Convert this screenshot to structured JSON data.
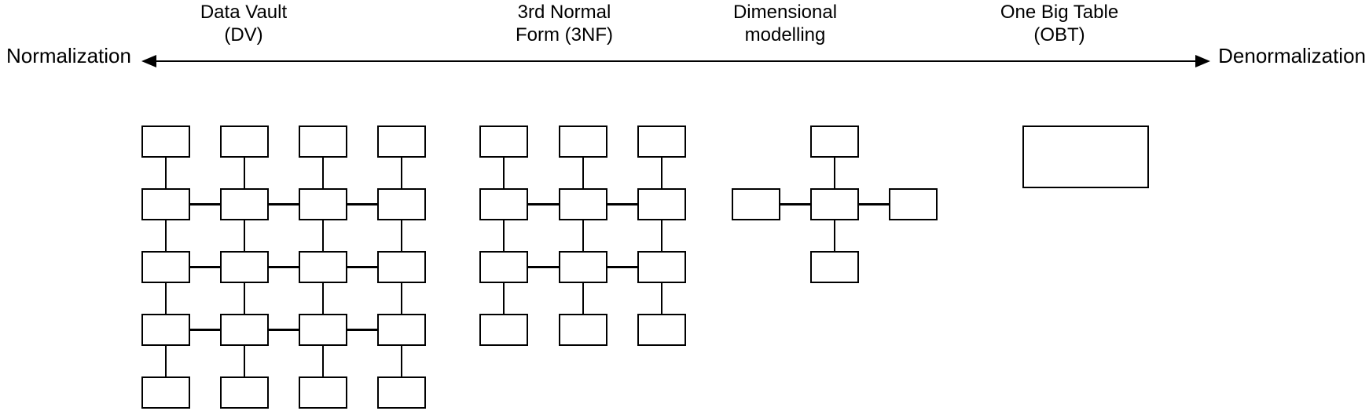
{
  "spectrum": {
    "left_label": "Normalization",
    "right_label": "Denormalization"
  },
  "approaches": [
    {
      "id": "dv",
      "title_line1": "Data Vault",
      "title_line2": "(DV)"
    },
    {
      "id": "3nf",
      "title_line1": "3rd Normal",
      "title_line2": "Form (3NF)"
    },
    {
      "id": "dim",
      "title_line1": "Dimensional",
      "title_line2": "modelling"
    },
    {
      "id": "obt",
      "title_line1": "One Big Table",
      "title_line2": "(OBT)"
    }
  ],
  "colors": {
    "stroke": "#000000",
    "background": "#ffffff",
    "text": "#000000"
  },
  "diagram_groups": [
    {
      "name": "data-vault-schema",
      "boxes": [
        [
          180,
          160,
          62,
          41
        ],
        [
          280,
          160,
          62,
          41
        ],
        [
          380,
          160,
          62,
          41
        ],
        [
          480,
          160,
          62,
          41
        ],
        [
          180,
          240,
          62,
          41
        ],
        [
          280,
          240,
          62,
          41
        ],
        [
          380,
          240,
          62,
          41
        ],
        [
          480,
          240,
          62,
          41
        ],
        [
          180,
          320,
          62,
          41
        ],
        [
          280,
          320,
          62,
          41
        ],
        [
          380,
          320,
          62,
          41
        ],
        [
          480,
          320,
          62,
          41
        ],
        [
          180,
          400,
          62,
          41
        ],
        [
          280,
          400,
          62,
          41
        ],
        [
          380,
          400,
          62,
          41
        ],
        [
          480,
          400,
          62,
          41
        ],
        [
          180,
          480,
          62,
          41
        ],
        [
          280,
          480,
          62,
          41
        ],
        [
          380,
          480,
          62,
          41
        ],
        [
          480,
          480,
          62,
          41
        ]
      ],
      "edges": [
        [
          211,
          201,
          211,
          240
        ],
        [
          211,
          281,
          211,
          320
        ],
        [
          211,
          361,
          211,
          400
        ],
        [
          211,
          441,
          211,
          480
        ],
        [
          311,
          201,
          311,
          240
        ],
        [
          311,
          281,
          311,
          320
        ],
        [
          311,
          361,
          311,
          400
        ],
        [
          311,
          441,
          311,
          480
        ],
        [
          411,
          201,
          411,
          240
        ],
        [
          411,
          281,
          411,
          320
        ],
        [
          411,
          361,
          411,
          400
        ],
        [
          411,
          441,
          411,
          480
        ],
        [
          511,
          201,
          511,
          240
        ],
        [
          511,
          281,
          511,
          320
        ],
        [
          511,
          361,
          511,
          400
        ],
        [
          511,
          441,
          511,
          480
        ],
        [
          242,
          260.5,
          280,
          260.5
        ],
        [
          342,
          260.5,
          380,
          260.5
        ],
        [
          442,
          260.5,
          480,
          260.5
        ],
        [
          242,
          340.5,
          280,
          340.5
        ],
        [
          342,
          340.5,
          380,
          340.5
        ],
        [
          442,
          340.5,
          480,
          340.5
        ],
        [
          242,
          420.5,
          280,
          420.5
        ],
        [
          342,
          420.5,
          380,
          420.5
        ],
        [
          442,
          420.5,
          480,
          420.5
        ]
      ]
    },
    {
      "name": "third-normal-form-schema",
      "boxes": [
        [
          610,
          160,
          62,
          41
        ],
        [
          711,
          160,
          62,
          41
        ],
        [
          811,
          160,
          62,
          41
        ],
        [
          610,
          240,
          62,
          41
        ],
        [
          711,
          240,
          62,
          41
        ],
        [
          811,
          240,
          62,
          41
        ],
        [
          610,
          320,
          62,
          41
        ],
        [
          711,
          320,
          62,
          41
        ],
        [
          811,
          320,
          62,
          41
        ],
        [
          610,
          400,
          62,
          41
        ],
        [
          711,
          400,
          62,
          41
        ],
        [
          811,
          400,
          62,
          41
        ]
      ],
      "edges": [
        [
          641,
          201,
          641,
          240
        ],
        [
          641,
          281,
          641,
          320
        ],
        [
          641,
          361,
          641,
          400
        ],
        [
          742,
          201,
          742,
          240
        ],
        [
          742,
          281,
          742,
          320
        ],
        [
          742,
          361,
          742,
          400
        ],
        [
          842,
          201,
          842,
          240
        ],
        [
          842,
          281,
          842,
          320
        ],
        [
          842,
          361,
          842,
          400
        ],
        [
          672,
          260.5,
          711,
          260.5
        ],
        [
          773,
          260.5,
          811,
          260.5
        ],
        [
          672,
          340.5,
          711,
          340.5
        ],
        [
          773,
          340.5,
          811,
          340.5
        ]
      ]
    },
    {
      "name": "dimensional-model-star-schema",
      "boxes": [
        [
          1031,
          160,
          62,
          41
        ],
        [
          931,
          240,
          62,
          41
        ],
        [
          1031,
          240,
          62,
          41
        ],
        [
          1131,
          240,
          62,
          41
        ],
        [
          1031,
          320,
          62,
          41
        ]
      ],
      "edges": [
        [
          1062,
          201,
          1062,
          240
        ],
        [
          1062,
          281,
          1062,
          320
        ],
        [
          993,
          260.5,
          1031,
          260.5
        ],
        [
          1093,
          260.5,
          1131,
          260.5
        ]
      ]
    },
    {
      "name": "one-big-table-schema",
      "boxes": [
        [
          1301,
          160,
          161,
          80
        ]
      ],
      "edges": []
    }
  ]
}
